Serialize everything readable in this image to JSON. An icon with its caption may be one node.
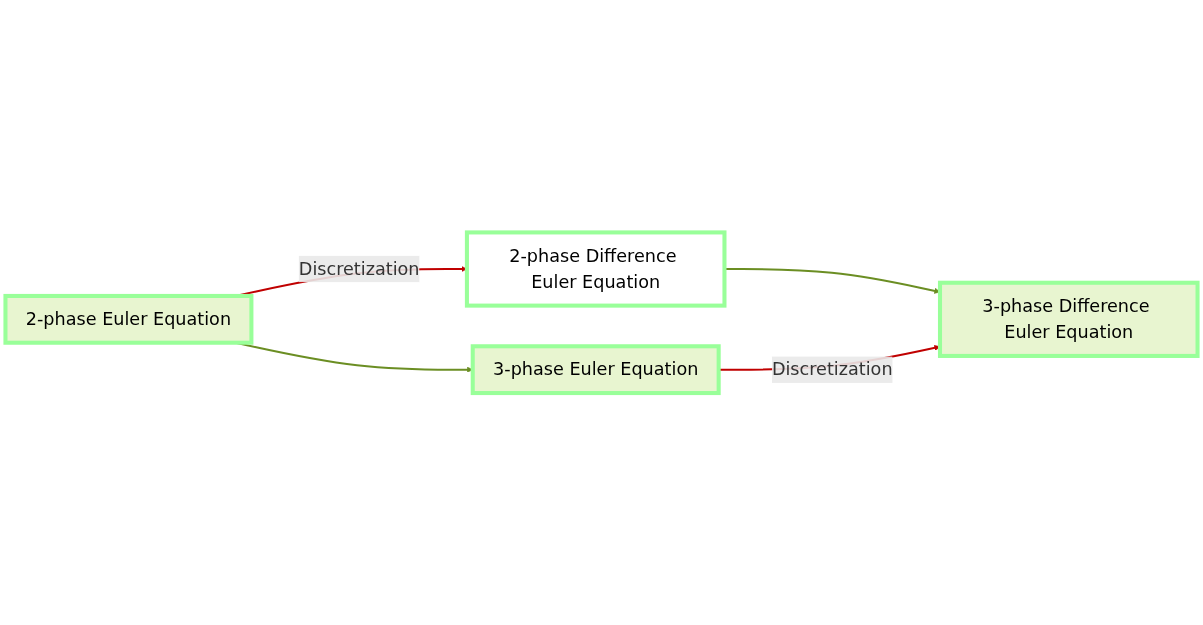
{
  "diagram": {
    "nodes": [
      {
        "text": [
          "2-phase Euler Equation"
        ]
      },
      {
        "text": [
          "2-phase Difference Euler Equation"
        ]
      },
      {
        "text": [
          "3-phase Euler Equation"
        ]
      },
      {
        "text": [
          "3-phase Difference Euler Equation"
        ]
      }
    ],
    "edges": [
      {
        "from": 0,
        "to": 1,
        "arrow": "to",
        "label": "Discretization",
        "color": "#c00000"
      },
      {
        "from": 0,
        "to": 2,
        "arrow": "to",
        "color": "#6b8e23"
      },
      {
        "from": 1,
        "to": 3,
        "arrow": "to",
        "color": "#6b8e23"
      },
      {
        "from": 2,
        "to": 3,
        "arrow": "to",
        "label": "Discretization",
        "color": "#c00000"
      }
    ]
  }
}
